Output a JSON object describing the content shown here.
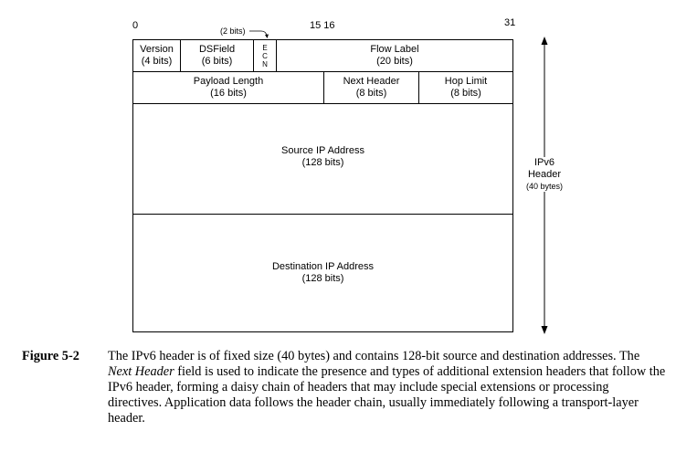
{
  "bit_numbers": {
    "b0": "0",
    "b15_16": "15 16",
    "b31": "31"
  },
  "two_bits_label": "(2 bits)",
  "rows": {
    "row1": {
      "version": {
        "name": "Version",
        "size": "(4 bits)"
      },
      "dsfield": {
        "name": "DSField",
        "size": "(6 bits)"
      },
      "ecn": [
        "E",
        "C",
        "N"
      ],
      "flow_label": {
        "name": "Flow Label",
        "size": "(20 bits)"
      }
    },
    "row2": {
      "payload_length": {
        "name": "Payload Length",
        "size": "(16 bits)"
      },
      "next_header": {
        "name": "Next Header",
        "size": "(8 bits)"
      },
      "hop_limit": {
        "name": "Hop Limit",
        "size": "(8 bits)"
      }
    },
    "source": {
      "name": "Source IP Address",
      "size": "(128 bits)"
    },
    "destination": {
      "name": "Destination IP Address",
      "size": "(128 bits)"
    }
  },
  "side": {
    "line1": "IPv6",
    "line2": "Header",
    "line3": "(40 bytes)"
  },
  "caption": {
    "label": "Figure 5-2",
    "text_part1": "The IPv6 header is of fixed size (40 bytes) and contains 128-bit source and destination addresses. The ",
    "text_emph": "Next Header",
    "text_part2": " field is used to indicate the presence and types of additional extension headers that follow the IPv6 header, forming a daisy chain of headers that may include special extensions or processing directives. Application data follows the header chain, usually immediately following a transport-layer header."
  }
}
